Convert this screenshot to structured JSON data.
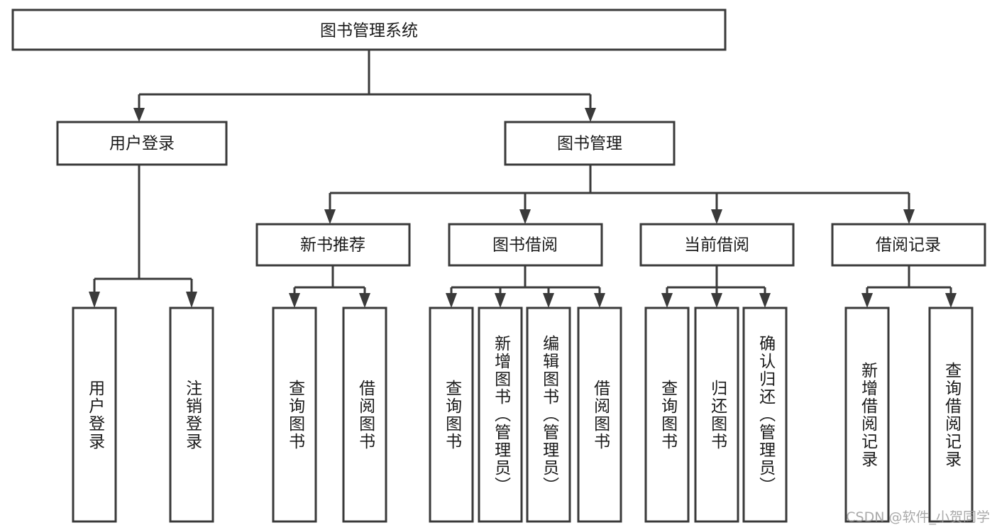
{
  "diagram": {
    "title": "图书管理系统",
    "type": "tree-hierarchy",
    "watermark": "CSDN @软件_小贺同学",
    "colors": {
      "stroke": "#3a3a3a",
      "fill": "#ffffff",
      "text": "#1a1a1a",
      "watermark": "#9b9b9b"
    },
    "root": {
      "label": "图书管理系统"
    },
    "level2": [
      {
        "label": "用户登录"
      },
      {
        "label": "图书管理"
      }
    ],
    "level3": [
      {
        "label": "新书推荐"
      },
      {
        "label": "图书借阅"
      },
      {
        "label": "当前借阅"
      },
      {
        "label": "借阅记录"
      }
    ],
    "leaves": {
      "user_login": [
        {
          "label": "用户登录"
        },
        {
          "label": "注销登录"
        }
      ],
      "new_book": [
        {
          "label": "查询图书"
        },
        {
          "label": "借阅图书"
        }
      ],
      "book_borrow": [
        {
          "label": "查询图书"
        },
        {
          "label": "新增图书（管理员）"
        },
        {
          "label": "编辑图书（管理员）"
        },
        {
          "label": "借阅图书"
        }
      ],
      "current_borrow": [
        {
          "label": "查询图书"
        },
        {
          "label": "归还图书"
        },
        {
          "label": "确认归还（管理员）"
        }
      ],
      "borrow_record": [
        {
          "label": "新增借阅记录"
        },
        {
          "label": "查询借阅记录"
        }
      ]
    }
  }
}
